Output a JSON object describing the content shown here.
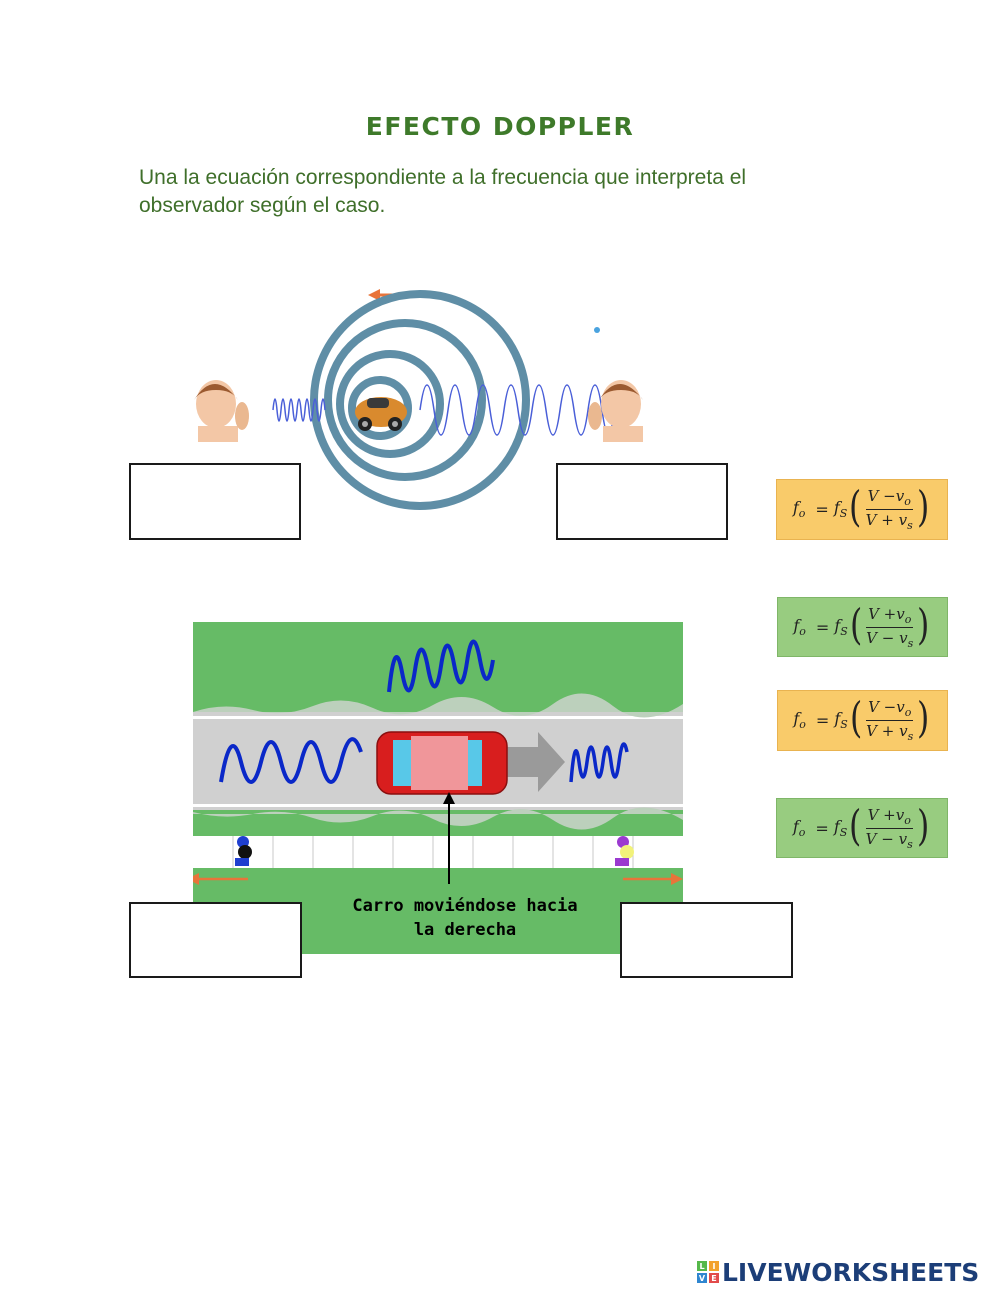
{
  "title": "EFECTO DOPPLER",
  "instructions": "Una la ecuación correspondiente a la frecuencia que interpreta el observador según el caso.",
  "road_illustration": {
    "line1": "Carro moviéndose hacia",
    "line2": "la derecha"
  },
  "cards": [
    {
      "color": "orange",
      "lhs": "f",
      "lhs_sub": "o",
      "fs": "f",
      "fs_sub": "S",
      "num": "V −v",
      "num_sub": "o",
      "den": "V + v",
      "den_sub": "s"
    },
    {
      "color": "green",
      "lhs": "f",
      "lhs_sub": "o",
      "fs": "f",
      "fs_sub": "S",
      "num": "V +v",
      "num_sub": "o",
      "den": "V − v",
      "den_sub": "s"
    },
    {
      "color": "orange",
      "lhs": "f",
      "lhs_sub": "o",
      "fs": "f",
      "fs_sub": "S",
      "num": "V −v",
      "num_sub": "o",
      "den": "V + v",
      "den_sub": "s"
    },
    {
      "color": "green",
      "lhs": "f",
      "lhs_sub": "o",
      "fs": "f",
      "fs_sub": "S",
      "num": "V +v",
      "num_sub": "o",
      "den": "V − v",
      "den_sub": "s"
    }
  ],
  "colors": {
    "title": "#3e7a2a",
    "card_orange": "#f9cb6a",
    "card_green": "#98cc80",
    "road_grass": "#66bb66",
    "wave_blue": "#0a28c8",
    "arrow_orange": "#e8743a",
    "brand_blue": "#1c3e78"
  },
  "brand": {
    "name": "LIVEWORKSHEETS",
    "logo_letters": [
      "L",
      "I",
      "V",
      "E"
    ]
  }
}
